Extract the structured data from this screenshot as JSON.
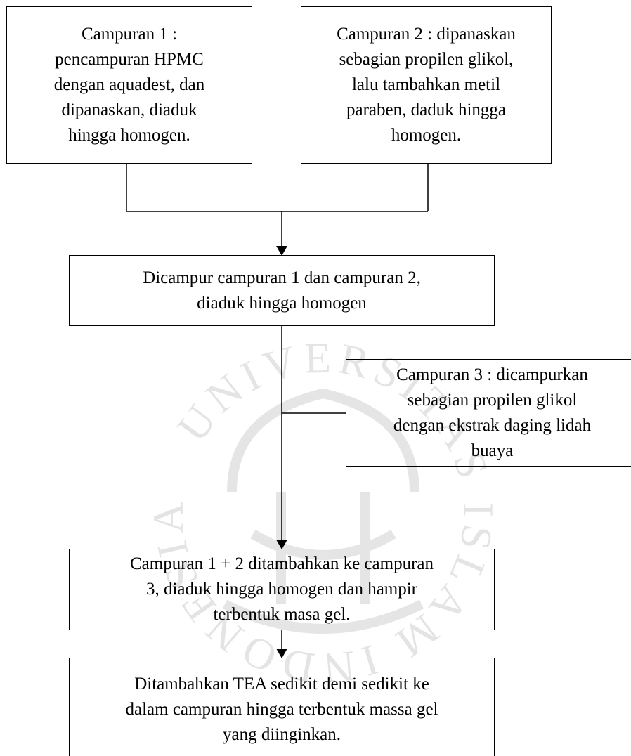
{
  "diagram": {
    "box1": "Campuran 1 :\npencampuran HPMC\ndengan aquadest, dan\ndipanaskan, diaduk\nhingga homogen.",
    "box2": "Campuran 2 : dipanaskan\nsebagian propilen glikol,\nlalu tambahkan metil\nparaben, daduk hingga\nhomogen.",
    "box3": "Dicampur campuran 1 dan campuran 2,\ndiaduk hingga homogen",
    "box4": "Campuran 3 : dicampurkan\nsebagian propilen glikol\ndengan ekstrak daging lidah\nbuaya",
    "box5": "Campuran 1 + 2  ditambahkan ke campuran\n3, diaduk hingga homogen dan hampir\nterbentuk masa gel.",
    "box6": "Ditambahkan TEA sedikit demi sedikit ke\ndalam campuran hingga terbentuk massa gel\nyang diinginkan."
  },
  "watermark": {
    "ring_text": "UNIVERSITAS ISLAM INDONESIA",
    "color": "#d9d9d9"
  },
  "colors": {
    "line": "#000000",
    "background": "#ffffff"
  }
}
